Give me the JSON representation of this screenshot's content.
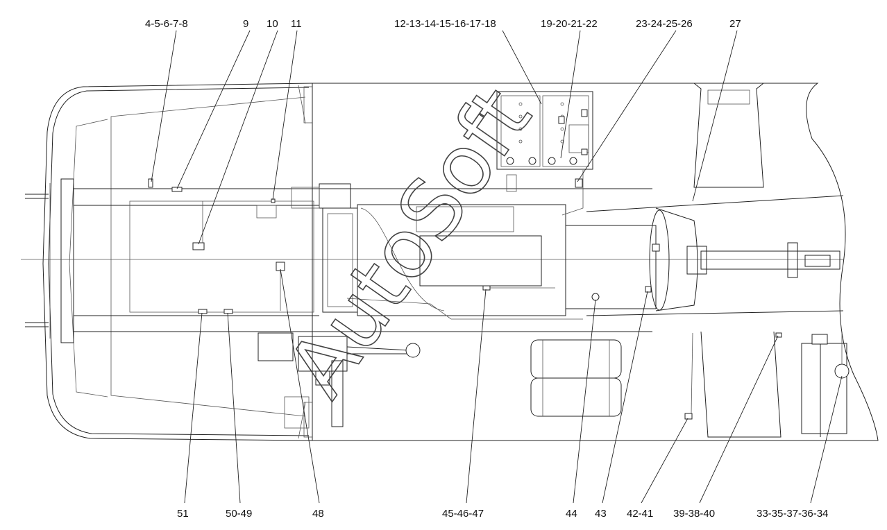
{
  "callouts_top": {
    "c1": "4-5-6-7-8",
    "c2": "9",
    "c3": "10",
    "c4": "11",
    "c5": "12-13-14-15-16-17-18",
    "c6": "19-20-21-22",
    "c7": "23-24-25-26",
    "c8": "27"
  },
  "callouts_bottom": {
    "c1": "51",
    "c2": "50-49",
    "c3": "48",
    "c4": "45-46-47",
    "c5": "44",
    "c6": "43",
    "c7": "42-41",
    "c8": "39-38-40",
    "c9": "33-35-37-36-34"
  },
  "watermark": "AutoSoft"
}
